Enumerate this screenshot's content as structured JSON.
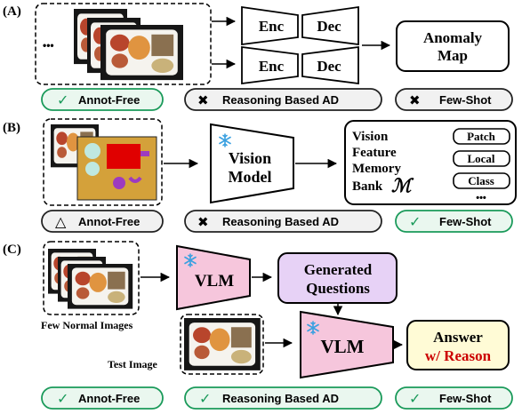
{
  "panels": {
    "a": {
      "label": "(A)",
      "ellipsis": "•••",
      "enc_label": "Enc",
      "dec_label": "Dec",
      "output_line1": "Anomaly",
      "output_line2": "Map",
      "pills": [
        {
          "mark": "✓",
          "text": "Annot-Free"
        },
        {
          "mark": "✖",
          "text": "Reasoning Based AD"
        },
        {
          "mark": "✖",
          "text": "Few-Shot"
        }
      ]
    },
    "b": {
      "label": "(B)",
      "model_line1": "Vision",
      "model_line2": "Model",
      "bank_lines": [
        "Vision",
        "Feature",
        "Memory",
        "Bank"
      ],
      "bank_symbol": "ℳ",
      "bank_items": [
        "Patch",
        "Local",
        "Class"
      ],
      "bank_more": "•••",
      "pills": [
        {
          "mark": "△",
          "text": "Annot-Free"
        },
        {
          "mark": "✖",
          "text": "Reasoning Based AD"
        },
        {
          "mark": "✓",
          "text": "Few-Shot"
        }
      ]
    },
    "c": {
      "label": "(C)",
      "vlm_label": "VLM",
      "generated_line1": "Generated",
      "generated_line2": "Questions",
      "answer_line1": "Answer",
      "answer_line2": "w/ Reason",
      "few_normal_caption": "Few Normal Images",
      "test_caption": "Test Image",
      "pills": [
        {
          "mark": "✓",
          "text": "Annot-Free"
        },
        {
          "mark": "✓",
          "text": "Reasoning Based AD"
        },
        {
          "mark": "✓",
          "text": "Few-Shot"
        }
      ]
    }
  },
  "frozen_icon": "snowflake-icon",
  "colors": {
    "check_green": "#1a9a5a",
    "pill_green_fill": "#eaf7ef",
    "pill_gray_fill": "#f1f1f1",
    "vlm_pink": "#f6c6dc",
    "questions_purple": "#e7d2f6",
    "answer_yellow": "#fffbd6",
    "reason_red": "#cc0000",
    "snowflake_blue": "#3aa0e0"
  }
}
